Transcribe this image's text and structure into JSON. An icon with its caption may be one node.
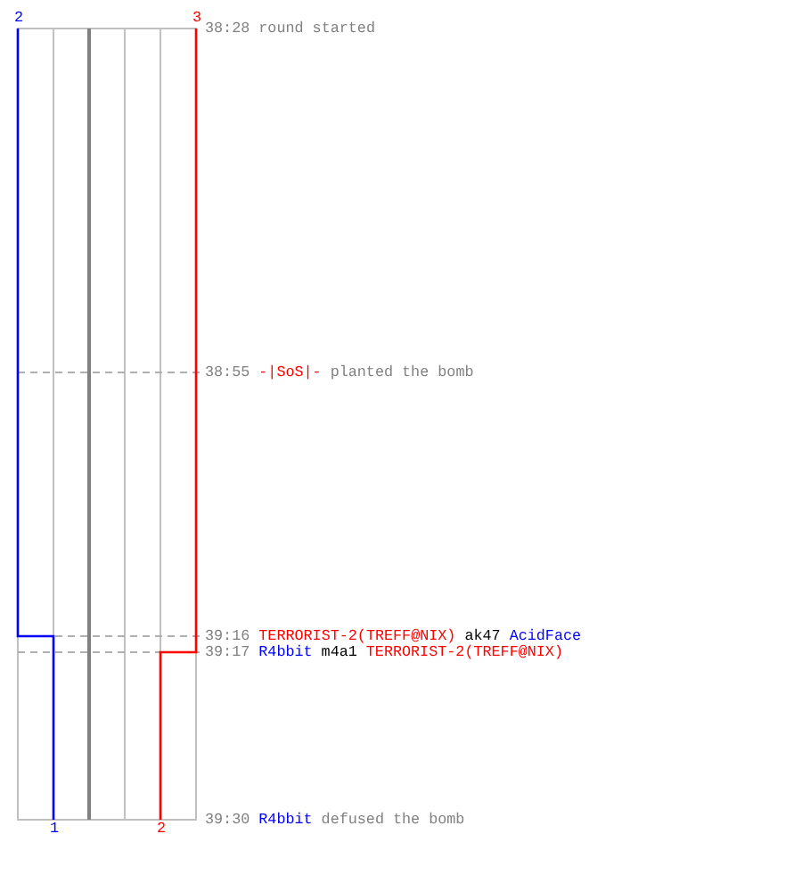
{
  "diagram": {
    "labels": [
      "2",
      "3",
      "38:28",
      "round started",
      "38:55",
      "-|SoS|-",
      "planted the bomb",
      "39:16",
      "TERRORIST-2(TREFF@NIX)",
      "ak47",
      "AcidFace",
      "39:17",
      "R4bbit",
      "m4a1",
      "TERRORIST-2(TREFF@NIX)",
      "39:30",
      "R4bbit",
      "defused the bomb",
      "1",
      "2"
    ]
  }
}
